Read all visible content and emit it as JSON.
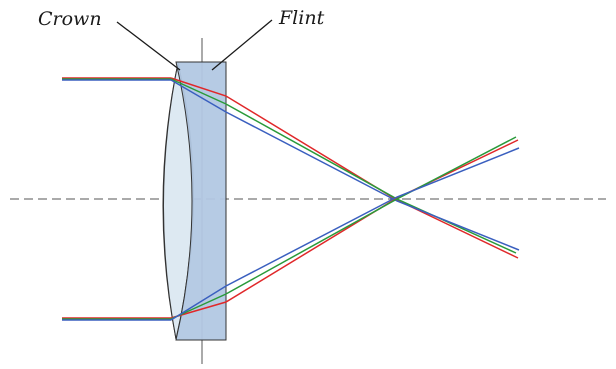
{
  "labels": {
    "crown": "Crown",
    "flint": "Flint"
  },
  "colors": {
    "background": "#ffffff",
    "crown_fill": "#dde9f2",
    "flint_fill": "#b2c8e3",
    "outline": "#333333",
    "axis": "#555555",
    "ray_red": "#e0282a",
    "ray_green": "#2a9a3a",
    "ray_blue": "#3a5fbf"
  },
  "icons": {
    "lens": "achromatic-doublet",
    "rays": [
      "red-ray",
      "green-ray",
      "blue-ray"
    ]
  }
}
